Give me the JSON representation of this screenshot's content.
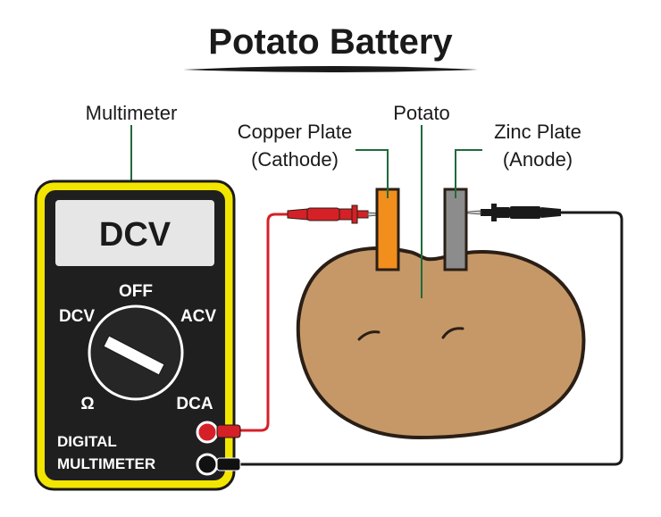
{
  "title": "Potato Battery",
  "labels": {
    "multimeter": "Multimeter",
    "copper_plate_line1": "Copper Plate",
    "copper_plate_line2": "(Cathode)",
    "potato": "Potato",
    "zinc_plate_line1": "Zinc Plate",
    "zinc_plate_line2": "(Anode)"
  },
  "multimeter": {
    "display": "DCV",
    "dial_positions": {
      "top": "OFF",
      "left": "DCV",
      "right": "ACV",
      "bottom_left": "Ω",
      "bottom_right": "DCA"
    },
    "footer_line1": "DIGITAL",
    "footer_line2": "MULTIMETER"
  },
  "colors": {
    "multimeter_frame": "#f2e600",
    "multimeter_body": "#1f1f1f",
    "screen": "#e6e6e6",
    "potato": "#c69868",
    "potato_outline": "#2a1f16",
    "copper": "#f28e1c",
    "zinc": "#8c8c8c",
    "red_lead": "#d62027",
    "black_lead": "#1a1a1a",
    "leader_line": "#1e6b3a"
  }
}
